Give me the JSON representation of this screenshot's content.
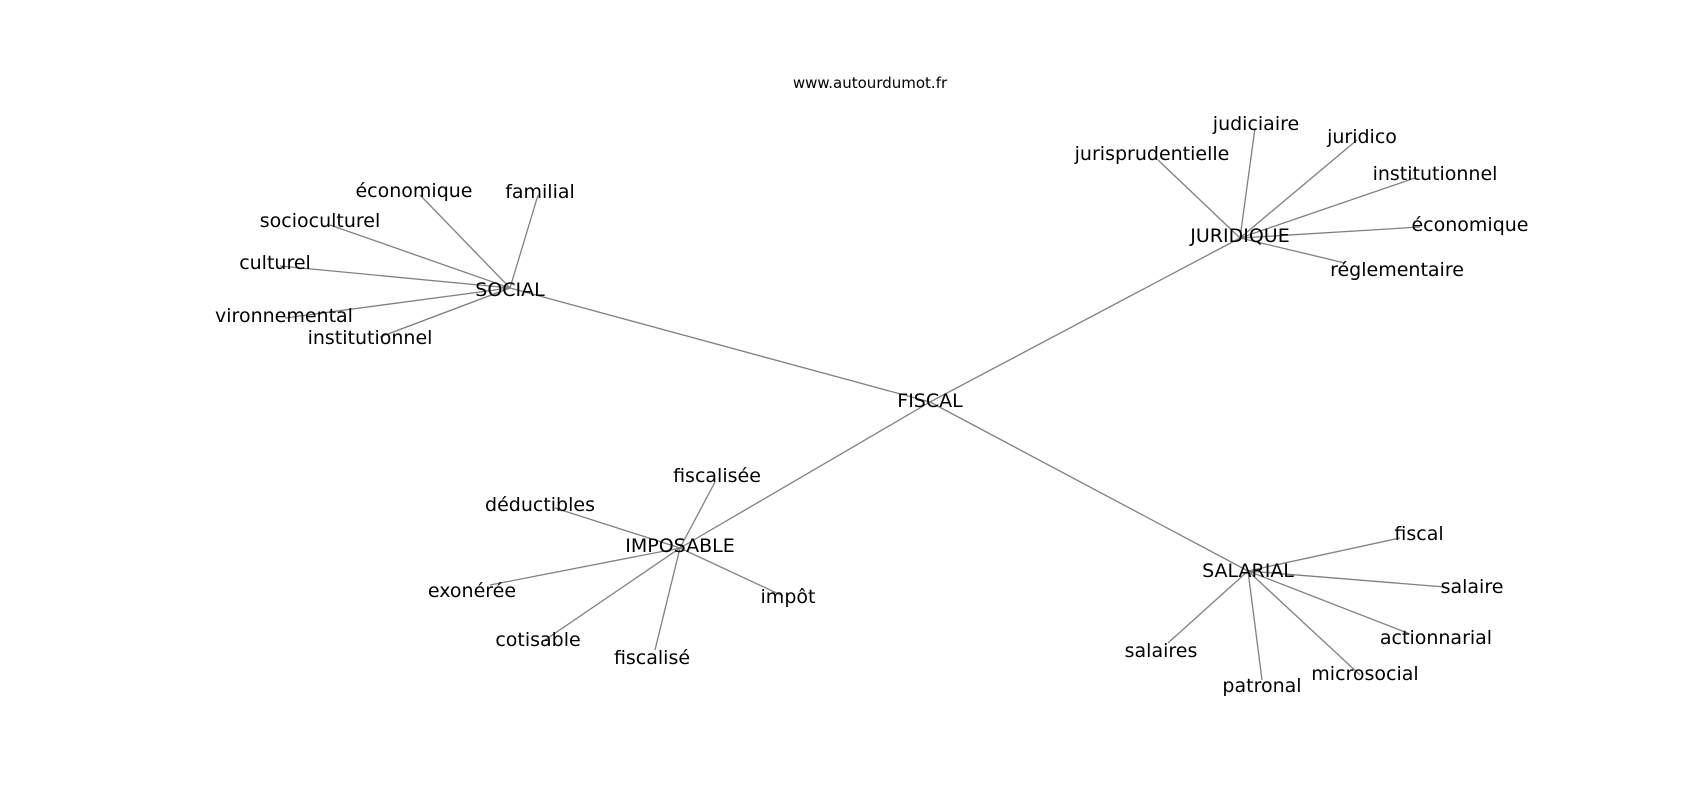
{
  "credit": "www.autourdumot.fr",
  "center": "FISCAL",
  "clusters": [
    {
      "hub": "SOCIAL",
      "words": [
        "économique",
        "familial",
        "socioculturel",
        "culturel",
        "vironnemental",
        "institutionnel"
      ]
    },
    {
      "hub": "JURIDIQUE",
      "words": [
        "jurisprudentielle",
        "judiciaire",
        "juridico",
        "institutionnel",
        "économique",
        "réglementaire"
      ]
    },
    {
      "hub": "IMPOSABLE",
      "words": [
        "fiscalisée",
        "déductibles",
        "exonérée",
        "cotisable",
        "fiscalisé",
        "impôt"
      ]
    },
    {
      "hub": "SALARIAL",
      "words": [
        "fiscal",
        "salaire",
        "actionnarial",
        "microsocial",
        "patronal",
        "salaires"
      ]
    }
  ]
}
